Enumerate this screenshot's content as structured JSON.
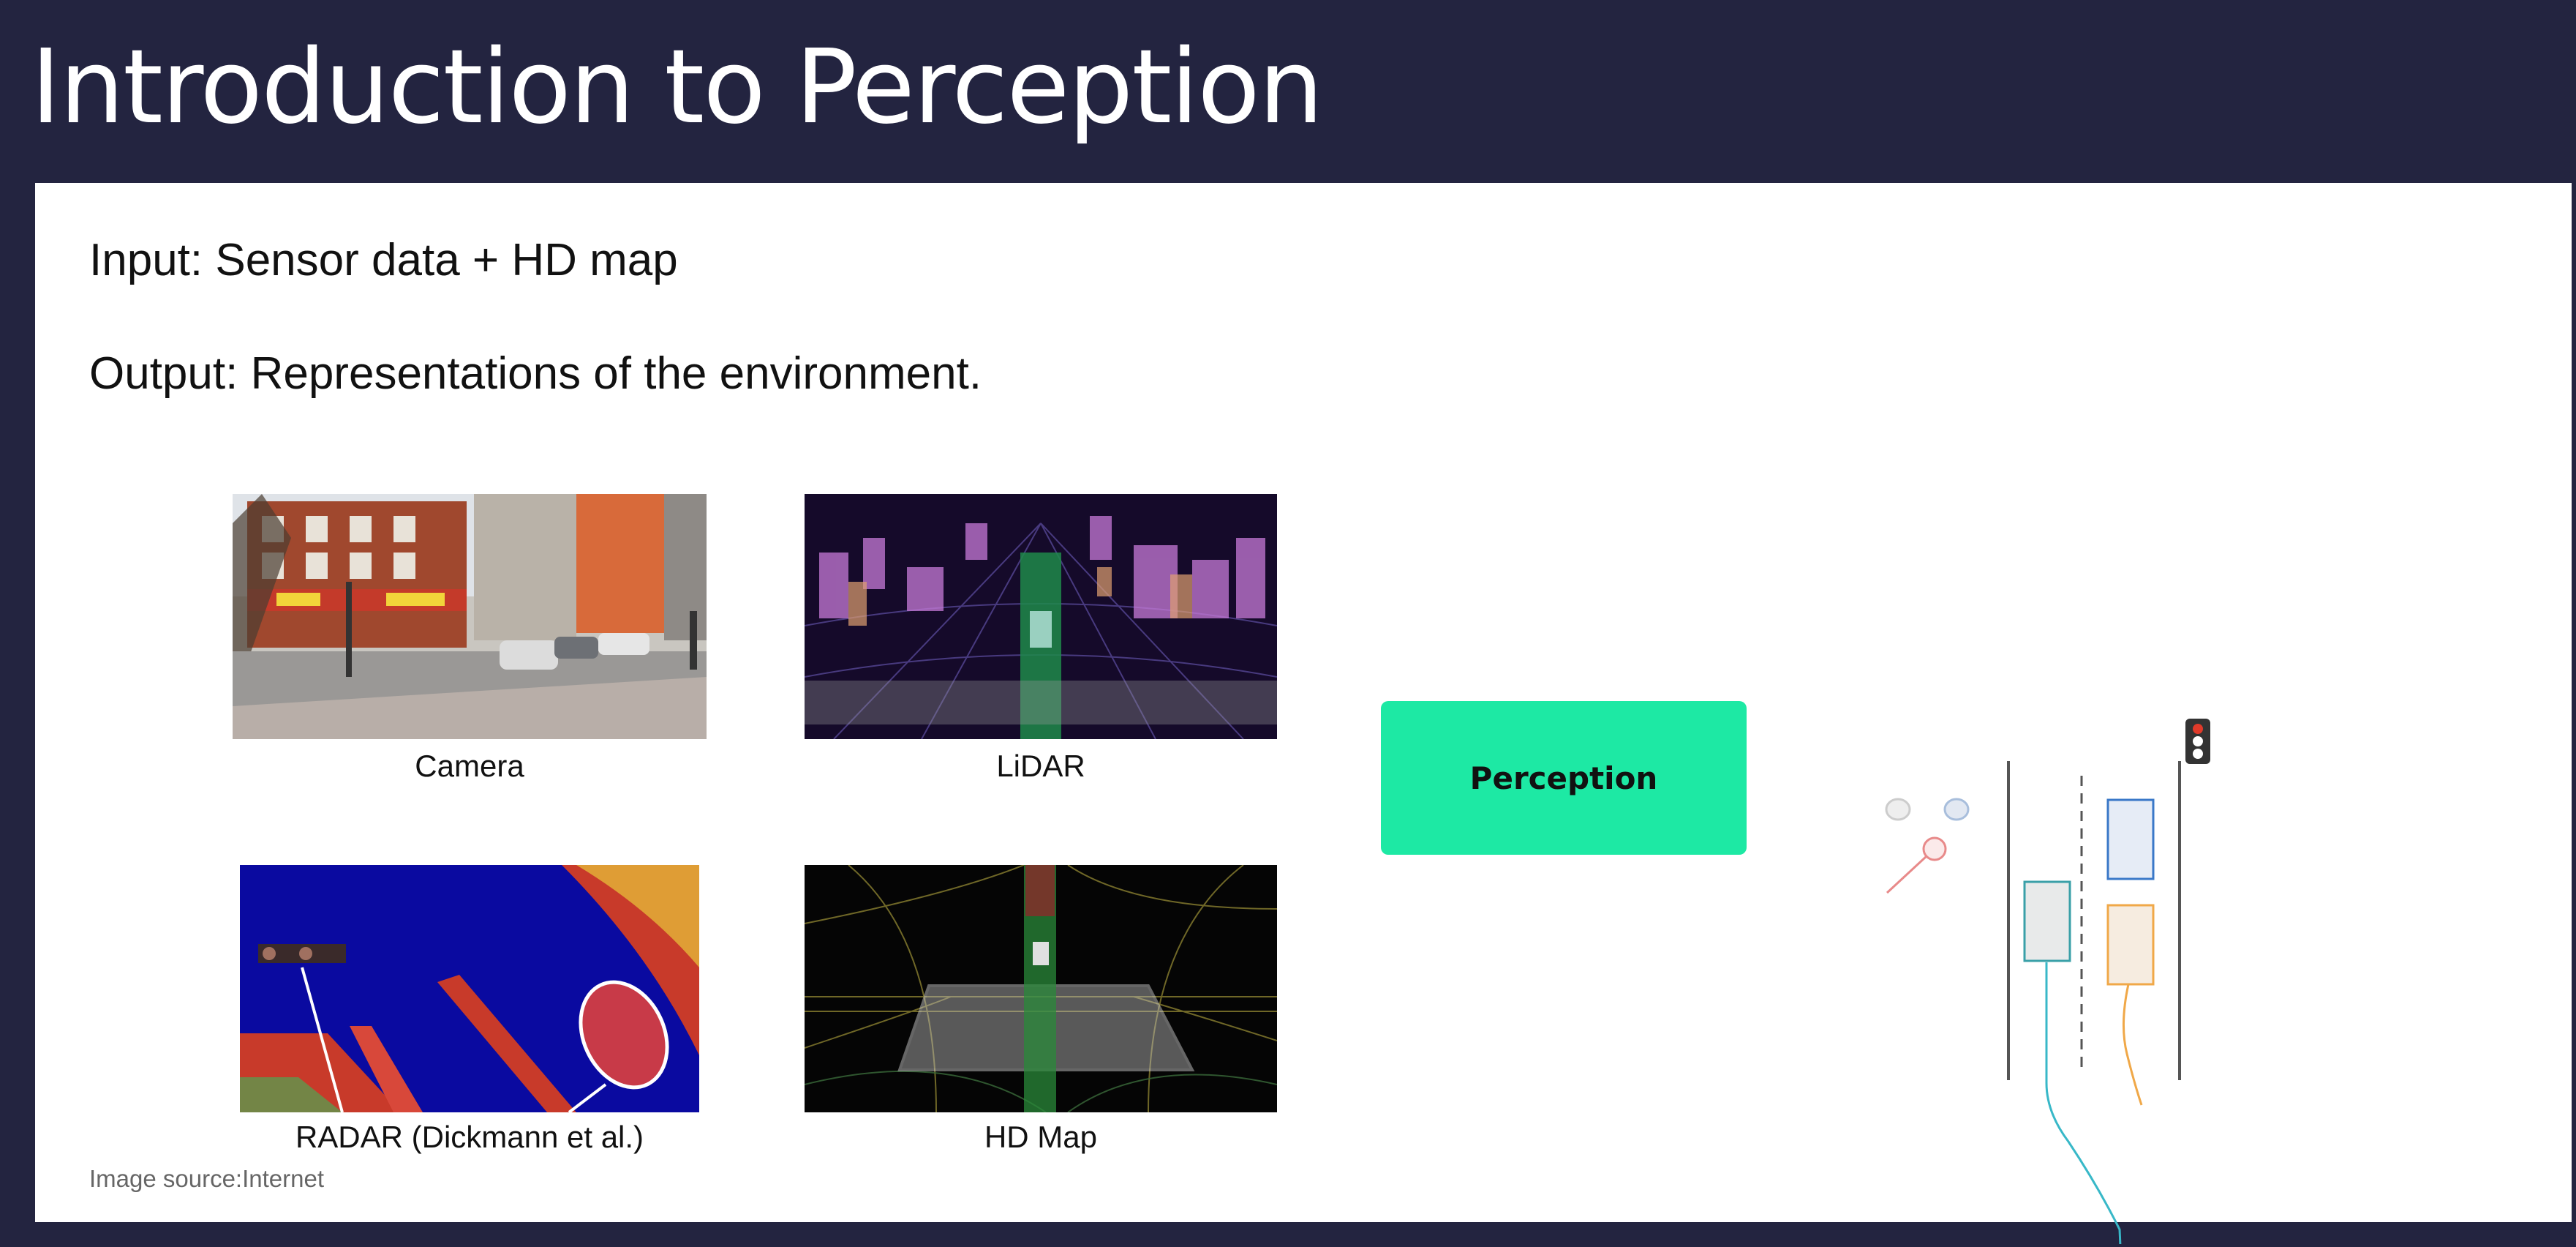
{
  "title": "Introduction to Perception",
  "input_text": "Input: Sensor data + HD map",
  "output_text": "Output: Representations of the environment.",
  "sensors": {
    "camera": "Camera",
    "lidar": "LiDAR",
    "radar": "RADAR (Dickmann et al.)",
    "hdmap": "HD Map"
  },
  "perception_label": "Perception",
  "image_source": "Image source:Internet",
  "colors": {
    "background": "#232440",
    "accent": "#1de9a4"
  }
}
